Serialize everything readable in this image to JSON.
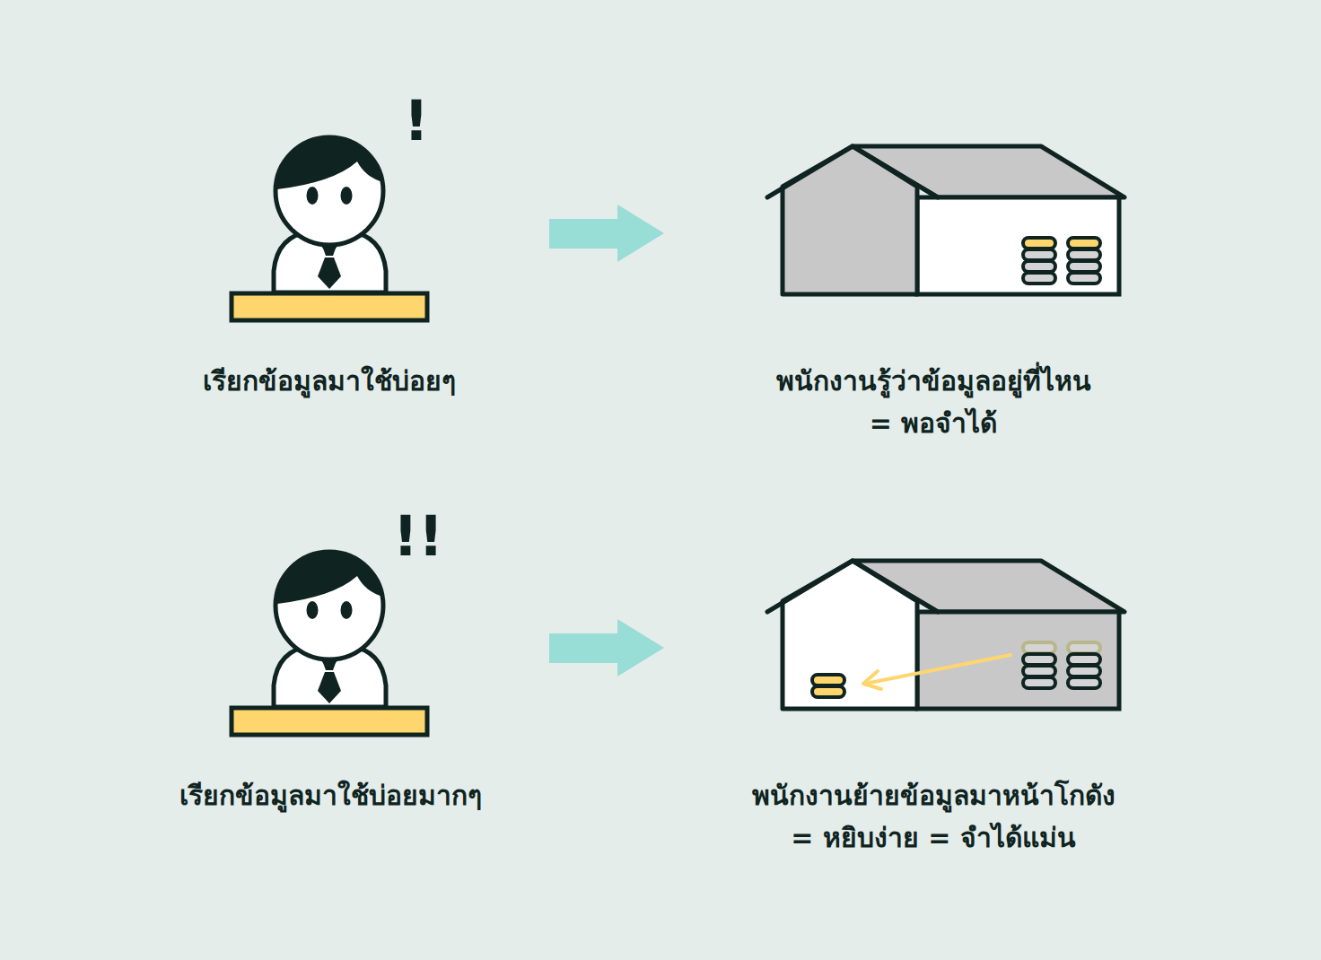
{
  "diagram": {
    "labels": [
      "!",
      "เรียกข้อมูลมาใช้บ่อยๆ",
      "พนักงานรู้ว่าข้อมูลอยู่ที่ไหน = พอจำได้",
      "!!",
      "เรียกข้อมูลมาใช้บ่อยมากๆ",
      "พนักงานย้ายข้อมูลมาหน้าโกดัง = หยิบง่าย = จำได้แม่น"
    ]
  }
}
